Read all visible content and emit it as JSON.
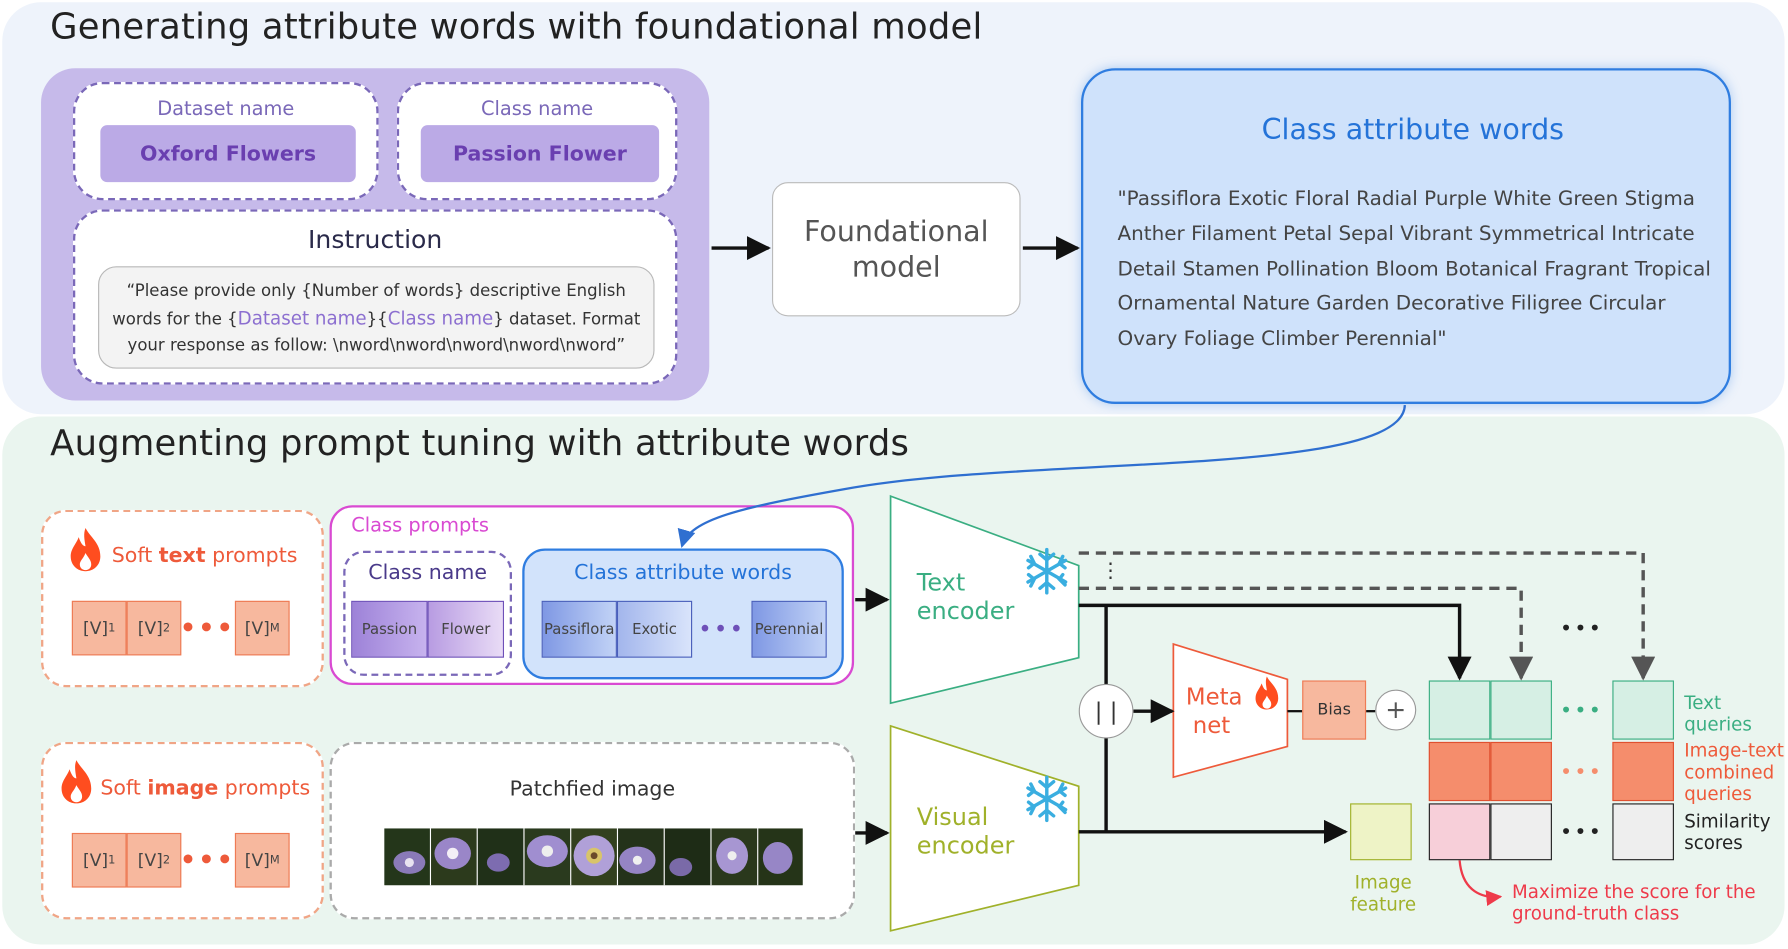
{
  "top": {
    "title": "Generating attribute words with foundational model",
    "dataset_label": "Dataset name",
    "dataset_value": "Oxford Flowers",
    "class_label": "Class name",
    "class_value": "Passion Flower",
    "instruction_title": "Instruction",
    "instruction_1": "“Please provide only {Number of words} descriptive English",
    "instruction_2a": "words for the {",
    "instruction_2_dataset": "Dataset name",
    "instruction_2b": "}{",
    "instruction_2_class": "Class name",
    "instruction_2c": "} dataset. Format",
    "instruction_3": "your response as follow: \\nword\\nword\\nword\\nword\\nword”",
    "model_1": "Foundational",
    "model_2": "model",
    "attr_title": "Class attribute words",
    "attr_lines": [
      "\"Passiflora Exotic Floral Radial Purple White Green Stigma",
      "Anther Filament Petal Sepal Vibrant Symmetrical Intricate",
      "Detail Stamen Pollination Bloom Botanical Fragrant Tropical",
      "Ornamental Nature Garden Decorative Filigree Circular",
      "Ovary Foliage Climber Perennial\""
    ]
  },
  "bottom": {
    "title": "Augmenting prompt tuning with attribute words",
    "soft_text_pre": "Soft ",
    "soft_text_bold": "text",
    "soft_text_post": " prompts",
    "soft_image_pre": "Soft ",
    "soft_image_bold": "image",
    "soft_image_post": " prompts",
    "tokens": [
      "[V]",
      "[V]",
      "[V]"
    ],
    "token_subs": [
      "1",
      "2",
      "M"
    ],
    "ellipsis_h": "•••",
    "class_prompts": "Class prompts",
    "class_name": "Class name",
    "class_name_tokens": [
      "Passion",
      "Flower"
    ],
    "class_attr": "Class attribute words",
    "class_attr_tokens": [
      "Passiflora",
      "Exotic",
      "Perennial"
    ],
    "patch_title": "Patchfied image",
    "text_enc_1": "Text",
    "text_enc_2": "encoder",
    "vis_enc_1": "Visual",
    "vis_enc_2": "encoder",
    "concat": "| |",
    "meta_1": "Meta",
    "meta_2": "net",
    "bias": "Bias",
    "plus": "+",
    "vdots": "⋮",
    "hdots": "•••",
    "legend_text_1": "Text",
    "legend_text_2": "queries",
    "legend_combined_1": "Image-text",
    "legend_combined_2": "combined",
    "legend_combined_3": "queries",
    "legend_sim_1": "Similarity",
    "legend_sim_2": "scores",
    "img_feat_1": "Image",
    "img_feat_2": "feature",
    "maximize_1": "Maximize the score for the",
    "maximize_2": "ground-truth class"
  }
}
